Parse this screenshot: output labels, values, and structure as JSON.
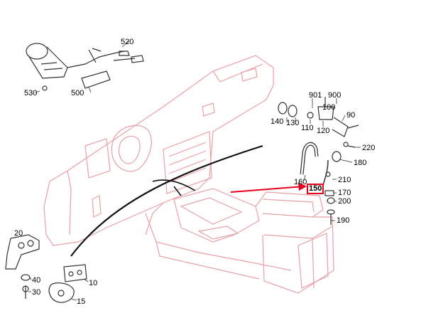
{
  "colors": {
    "dashboard": "#e8a0a8",
    "parts": "#333333",
    "highlight": "#e8001c"
  },
  "callouts": {
    "c520": "520",
    "c530": "530",
    "c500": "500",
    "c901": "901",
    "c900": "900",
    "c100": "100",
    "c90": "90",
    "c140": "140",
    "c130": "130",
    "c110": "110",
    "c120": "120",
    "c220": "220",
    "c180": "180",
    "c160": "160",
    "c210": "210",
    "c150": "150",
    "c170": "170",
    "c200": "200",
    "c190": "190",
    "c20": "20",
    "c40": "40",
    "c30": "30",
    "c10": "10",
    "c15": "15"
  },
  "highlighted_part": "150"
}
